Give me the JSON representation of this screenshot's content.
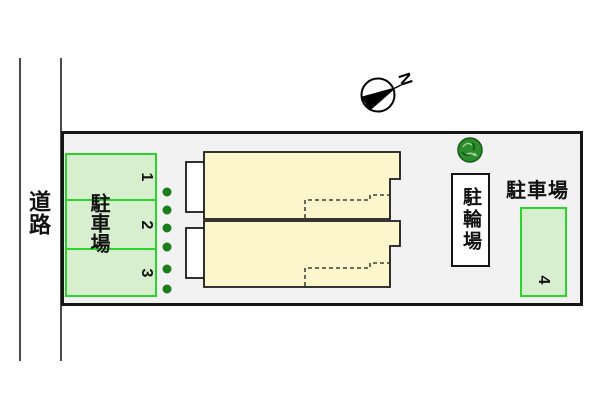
{
  "plan": {
    "road": {
      "label": "道路"
    },
    "parking_left": {
      "label": "駐車場",
      "stalls": [
        "1",
        "2",
        "3"
      ]
    },
    "parking_right": {
      "label": "駐車場",
      "stall": "4"
    },
    "bicycle_parking": {
      "label": "駐輪場"
    },
    "hedge_dots": 6,
    "buildings_count": 2
  },
  "compass": {
    "north_label": "N"
  },
  "colors": {
    "site_fill": "#f2f2f2",
    "site_border": "#161616",
    "parking_fill": "#d7eecf",
    "parking_border": "#2bd42b",
    "building_fill": "#fdf6cd",
    "building_border": "#1a1a1a",
    "hedge_dot": "#1a7e1a",
    "tree_green": "#2e8b2e",
    "road_line": "#4a4a4a",
    "text": "#111111"
  }
}
